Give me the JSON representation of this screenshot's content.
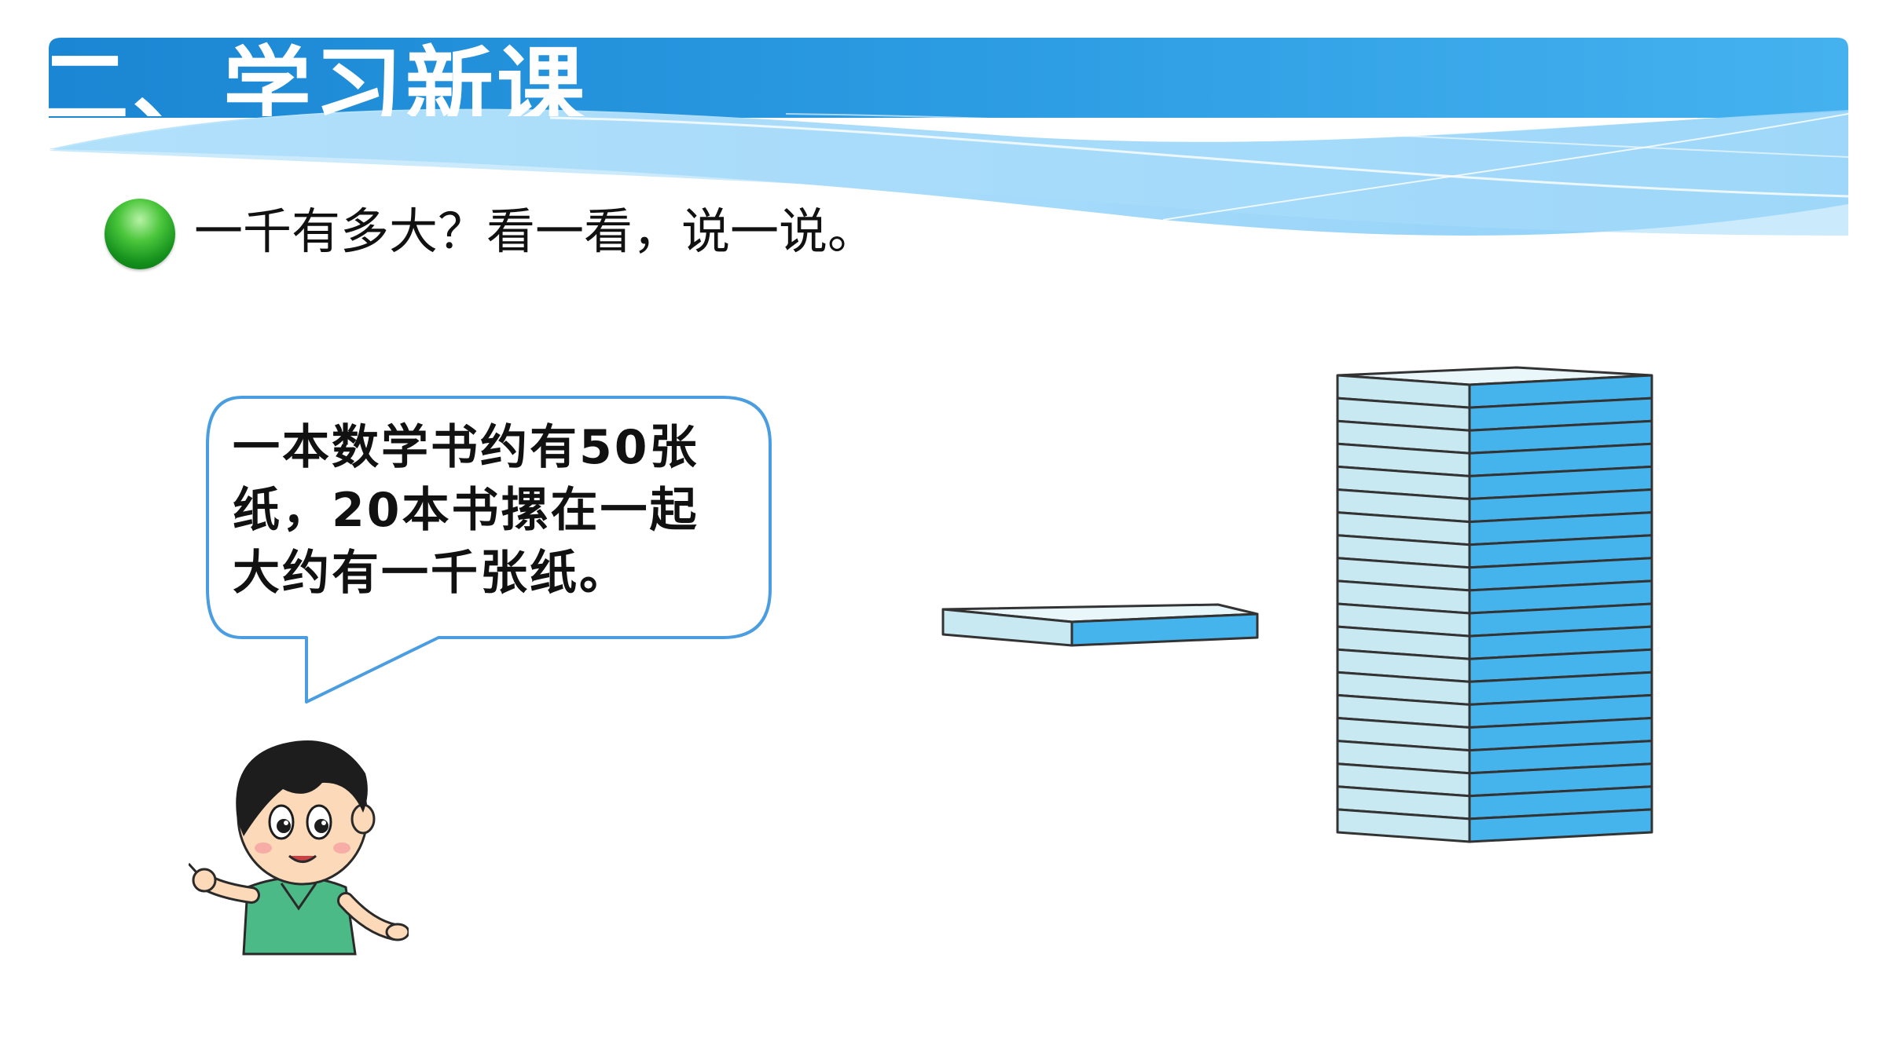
{
  "slide": {
    "title": "二、学习新课",
    "question": "一千有多大？看一看，说一说。"
  },
  "speech_bubble": {
    "lines": [
      "一本数学书约有50张",
      "纸，20本书摞在一起",
      "大约有一千张纸。"
    ]
  },
  "illustration": {
    "stack_book_count": 20,
    "colors": {
      "book_front": "#45b4ec",
      "book_side": "#c8e8f2",
      "outline": "#333333",
      "banner_dark": "#1e8ad6",
      "banner_light": "#9fd8fb",
      "bubble_border": "#4a9de0",
      "bullet_green": "#2fb42a"
    }
  }
}
